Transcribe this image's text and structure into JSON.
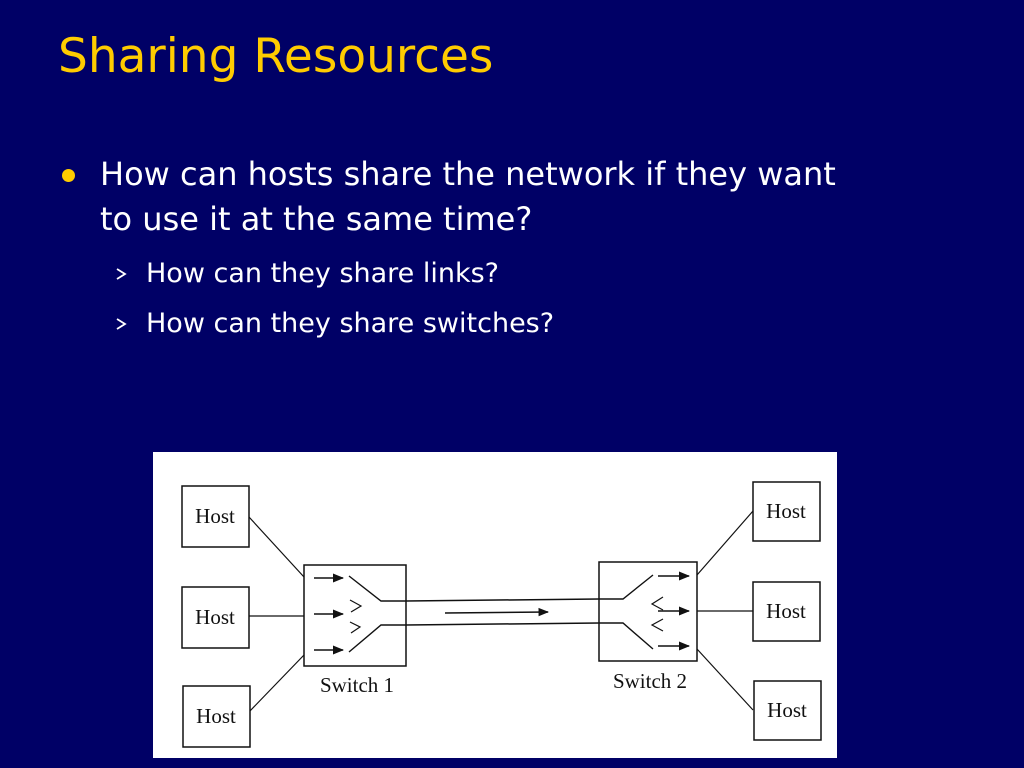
{
  "slide": {
    "title": "Sharing Resources",
    "bullet": "How can hosts share the network if they want to use it at the same time?",
    "sub_bullets": [
      "How can they share links?",
      "How can they share switches?"
    ]
  },
  "diagram": {
    "left_hosts": [
      "Host",
      "Host",
      "Host"
    ],
    "right_hosts": [
      "Host",
      "Host",
      "Host"
    ],
    "switch_1_label": "Switch 1",
    "switch_2_label": "Switch 2"
  },
  "colors": {
    "background": "#000066",
    "title": "#FFCC00",
    "bullet_dot": "#FFCC00",
    "text": "#FFFFFF",
    "figure_background": "#FFFFFF"
  }
}
